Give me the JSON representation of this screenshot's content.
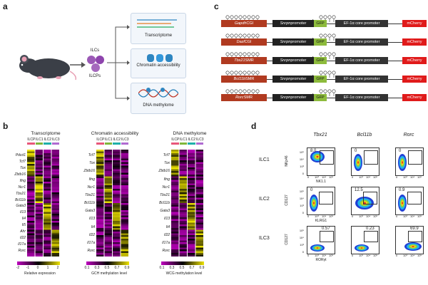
{
  "panels": {
    "a": "a",
    "b": "b",
    "c": "c",
    "d": "d"
  },
  "panel_a": {
    "ilc_label": "ILCs",
    "ilcp_label": "ILCPs",
    "boxes": [
      "Transcriptome",
      "Chromatin accessibility",
      "DNA methylome"
    ]
  },
  "panel_b": {
    "titles": [
      "Transcriptome",
      "Chromatin accessibility",
      "DNA methylome"
    ],
    "groups": [
      "ILCP",
      "ILC1",
      "ILC2",
      "ILC3"
    ],
    "group_colors": [
      "#e8567a",
      "#7fb63a",
      "#1fb0a9",
      "#b06bd1"
    ],
    "genes_transcriptome": [
      "Pdcd1",
      "Tcf7",
      "Tox",
      "Zbtb16",
      "Ifng",
      "Ncr1",
      "Tbx21",
      "Bcl11b",
      "Gata3",
      "Il13",
      "Il4",
      "Il5",
      "Ahr",
      "Il22",
      "Il17a",
      "Rorc"
    ],
    "genes_chromatin": [
      "Tcf7",
      "Tox",
      "Zbtb16",
      "Ifng",
      "Ncr1",
      "Tbx21",
      "Bcl11b",
      "Gata3",
      "Il13",
      "Il4",
      "Il22",
      "Il17a",
      "Rorc"
    ],
    "genes_methylome": [
      "Tcf7",
      "Tox",
      "Zbtb16",
      "Ifng",
      "Ncr1",
      "Tbx21",
      "Bcl11b",
      "Gata3",
      "Il13",
      "Il4",
      "Il22",
      "Il17a",
      "Rorc"
    ],
    "legend_titles": [
      "Relative expression",
      "GCH methylation level",
      "WCG methylation level"
    ],
    "legend_ticks_expr": [
      "-2",
      "-1",
      "0",
      "1",
      "2"
    ],
    "legend_ticks_meth": [
      "0.1",
      "0.3",
      "0.5",
      "0.7",
      "0.9"
    ]
  },
  "panel_c": {
    "rows": [
      {
        "region": "Gapdh",
        "suffix": " CGI"
      },
      {
        "region": "Dazl",
        "suffix": " CGI"
      },
      {
        "region": "Tbx21",
        "suffix": " SMR"
      },
      {
        "region": "Bcl11b",
        "suffix": " SMR"
      },
      {
        "region": "Rorc",
        "suffix": " SMR"
      }
    ],
    "promoter": "Snrpn",
    "promoter_suffix": " promoter",
    "gfp": "GFP",
    "ef1a": "EF-1α core promoter",
    "mcherry": "mCherry"
  },
  "panel_d": {
    "col_titles": [
      "Tbx21",
      "Bcl11b",
      "Rorc"
    ],
    "row_labels": [
      "ILC1",
      "ILC2",
      "ILC3"
    ],
    "y_axes": [
      "NKp46",
      "CD127",
      "CD127"
    ],
    "x_axes": [
      "NK1.1",
      "KLRG1",
      "RORγt"
    ],
    "tick_labels": [
      "0",
      "10³",
      "10⁴",
      "10⁵"
    ],
    "percents": [
      [
        "8.0",
        "0",
        "0"
      ],
      [
        "0",
        "12.5",
        "0.9"
      ],
      [
        "0.57",
        "0.23",
        "69.9"
      ]
    ]
  }
}
